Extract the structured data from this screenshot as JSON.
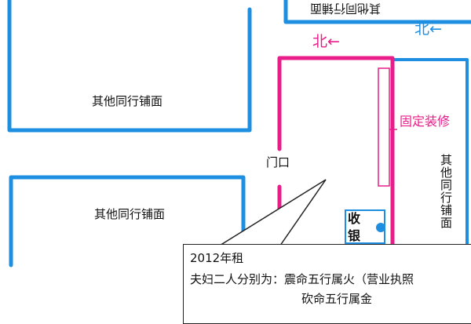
{
  "colors": {
    "wall_blue": "#1e8fe0",
    "shop_pink": "#e81d8a",
    "ink": "#111111"
  },
  "labels": {
    "shop_left_top": "其他同行铺面",
    "shop_left_bottom": "其他同行铺面",
    "shop_top_mirrored": "其他同行铺面",
    "shop_right_vertical": "其他同行铺面",
    "north_pink": "北←",
    "north_blue": "北←",
    "fixed_decor": "固定装修",
    "door": "门口",
    "cashier": "收\n银"
  },
  "note": {
    "line1": "2012年租",
    "line2": "夫妇二人分别为：震命五行属火（营业执照",
    "line3": "砍命五行属金"
  }
}
